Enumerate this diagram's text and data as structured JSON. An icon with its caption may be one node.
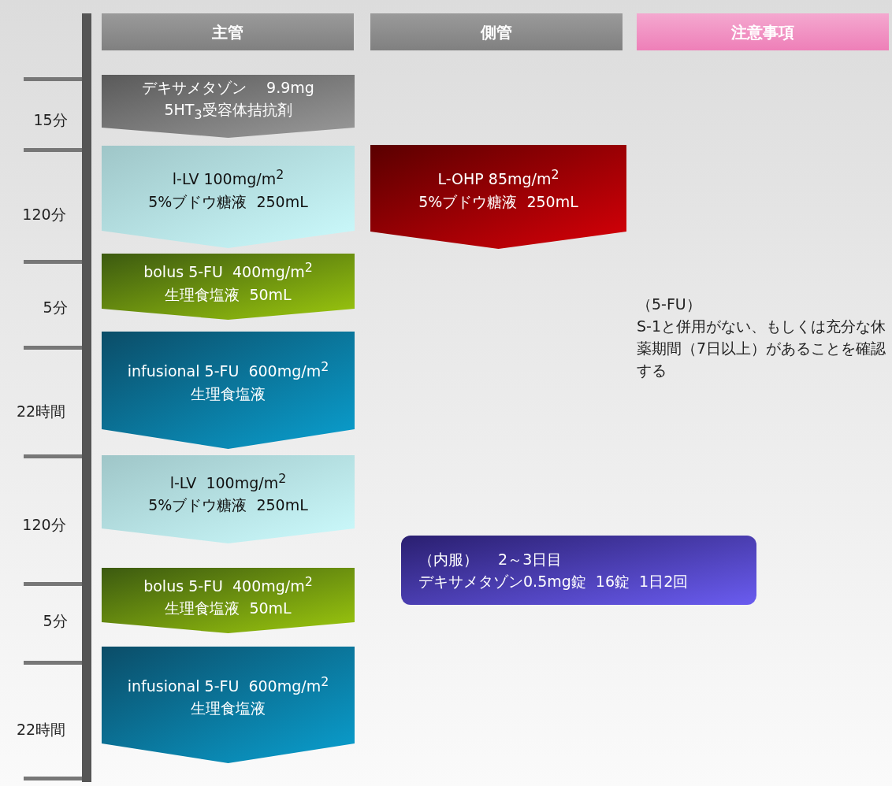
{
  "diagram": {
    "nodes": [
      {
        "text": [
          "主管"
        ]
      },
      {
        "text": [
          "側管"
        ]
      },
      {
        "text": [
          "注意事項"
        ]
      },
      {
        "text": [
          "デキサメタゾン　 9.9mg",
          "5HT$_{3}$受容体拮抗剤"
        ]
      },
      {
        "text": [
          "l-LV 100mg/m$^{2}$",
          "5%ブドウ糖液  250mL"
        ]
      },
      {
        "text": [
          "L-OHP 85mg/m$^{2}$",
          "5%ブドウ糖液  250mL"
        ]
      },
      {
        "text": [
          "bolus 5-FU  400mg/m$^{2}$",
          "生理食塩液  50mL"
        ]
      },
      {
        "text": [
          "infusional 5-FU  600mg/m$^{2}$",
          "生理食塩液"
        ]
      },
      {
        "text": [
          "l-LV  100mg/m$^{2}$",
          "5%ブドウ糖液  250mL"
        ]
      },
      {
        "text": [
          "bolus 5-FU  400mg/m$^{2}$",
          "生理食塩液  50mL"
        ]
      },
      {
        "text": [
          "infusional 5-FU  600mg/m$^{2}$",
          "生理食塩液"
        ]
      },
      {
        "text": [
          "（内服）　 2～3日目",
          "デキサメタゾン0.5mg錠  16錠  1日2回"
        ]
      }
    ],
    "labels": [
      "15分",
      "120分",
      "5分",
      "22時間",
      "120分",
      "5分",
      "22時間",
      "（5-FU）",
      "S-1と併用がない、もしくは充分な休薬期間（7日以上）があることを確認する"
    ]
  }
}
